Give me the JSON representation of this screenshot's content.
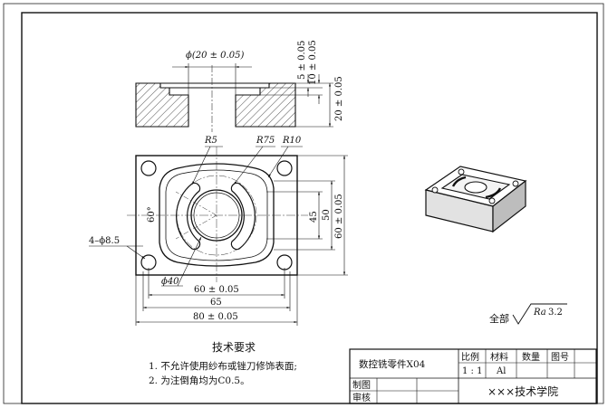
{
  "section_view": {
    "dia_label": "ϕ(20 ± 0.05)",
    "depth_5": "5 ± 0.05",
    "depth_10": "10 ± 0.05",
    "height_20": "20 ± 0.05"
  },
  "plan_view": {
    "radius_r5": "R5",
    "radius_r75": "R75",
    "radius_r10": "R10",
    "angle_60": "60°",
    "holes": "4–ϕ8.5",
    "dia_40": "ϕ40",
    "dim_45": "45",
    "dim_50": "50",
    "dim_60_vertical": "60 ± 0.05",
    "dim_60_horizontal": "60 ± 0.05",
    "dim_65": "65",
    "dim_80": "80 ± 0.05"
  },
  "surface_finish": {
    "prefix": "全部",
    "ra": "Ra",
    "value": "3.2"
  },
  "tech_requirements": {
    "title": "技术要求",
    "item1": "1. 不允许使用纱布或锉刀修饰表面;",
    "item2": "2. 为注倒角均为C0.5。"
  },
  "title_block": {
    "part_name": "数控铣零件X04",
    "h_scale": "比例",
    "h_material": "材料",
    "h_qty": "数量",
    "h_drawing_no": "图号",
    "scale": "1 : 1",
    "material": "Al",
    "drawn": "制图",
    "checked": "审核",
    "school": "×××技术学院"
  }
}
